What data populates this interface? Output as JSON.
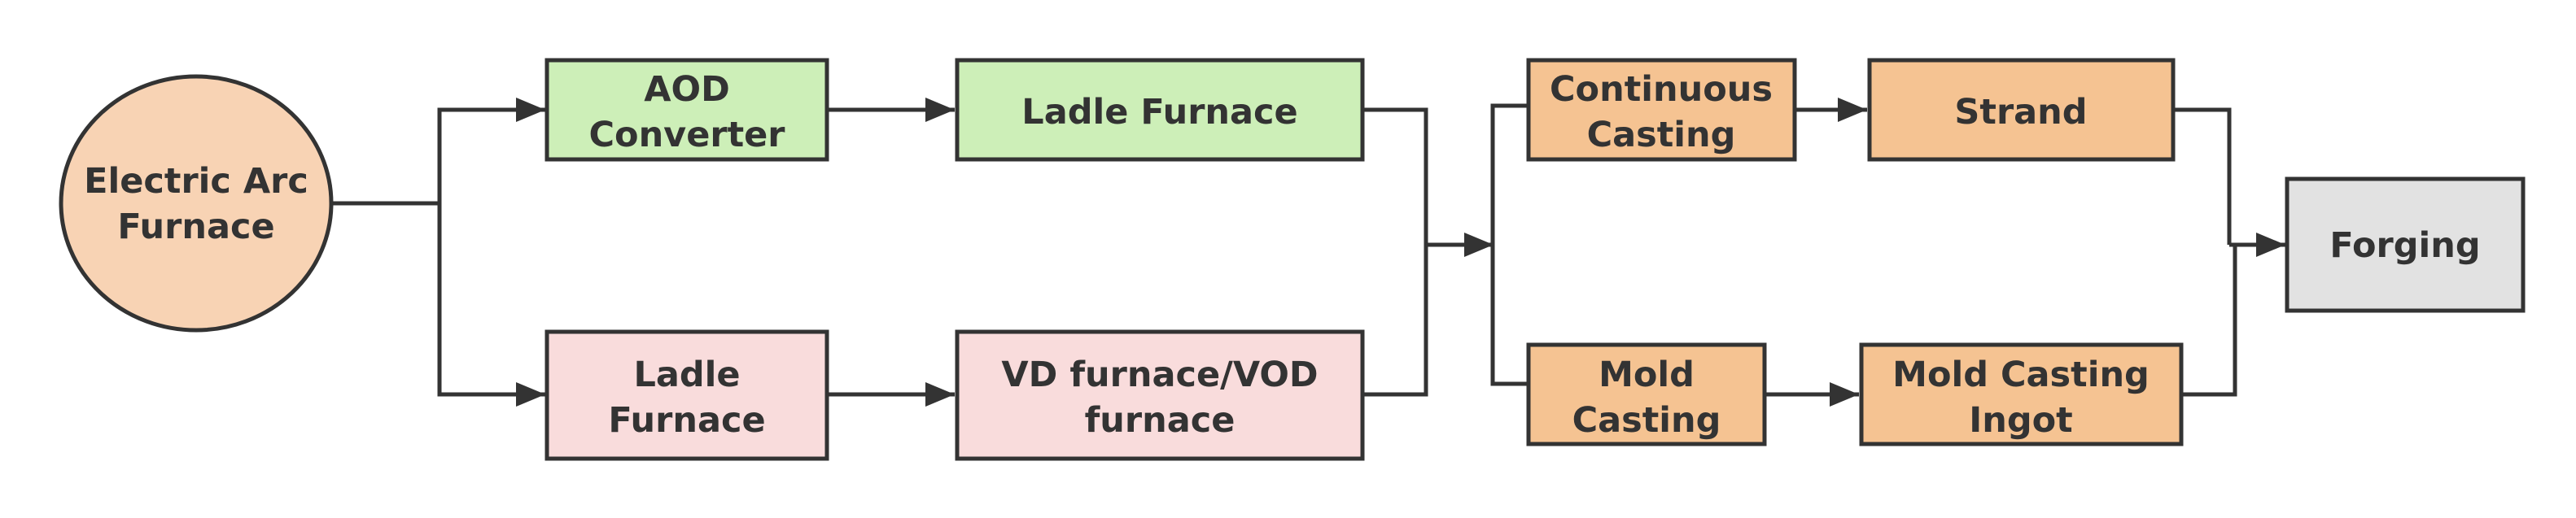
{
  "colors": {
    "stroke": "#333333",
    "text": "#333333",
    "eaf_fill": "#f8d3b4",
    "green_fill": "#cdefb8",
    "pink_fill": "#f9dcdc",
    "orange_fill": "#f5c392",
    "gray_fill": "#e2e2e2"
  },
  "nodes": {
    "eaf": {
      "line1": "Electric Arc",
      "line2": "Furnace"
    },
    "aod": {
      "line1": "AOD",
      "line2": "Converter"
    },
    "ladle_top": {
      "line1": "Ladle Furnace"
    },
    "ladle_bottom": {
      "line1": "Ladle",
      "line2": "Furnace"
    },
    "vd": {
      "line1": "VD furnace/VOD",
      "line2": "furnace"
    },
    "continuous": {
      "line1": "Continuous",
      "line2": "Casting"
    },
    "strand": {
      "line1": "Strand"
    },
    "mold": {
      "line1": "Mold",
      "line2": "Casting"
    },
    "mold_ingot": {
      "line1": "Mold Casting",
      "line2": "Ingot"
    },
    "forging": {
      "line1": "Forging"
    }
  }
}
